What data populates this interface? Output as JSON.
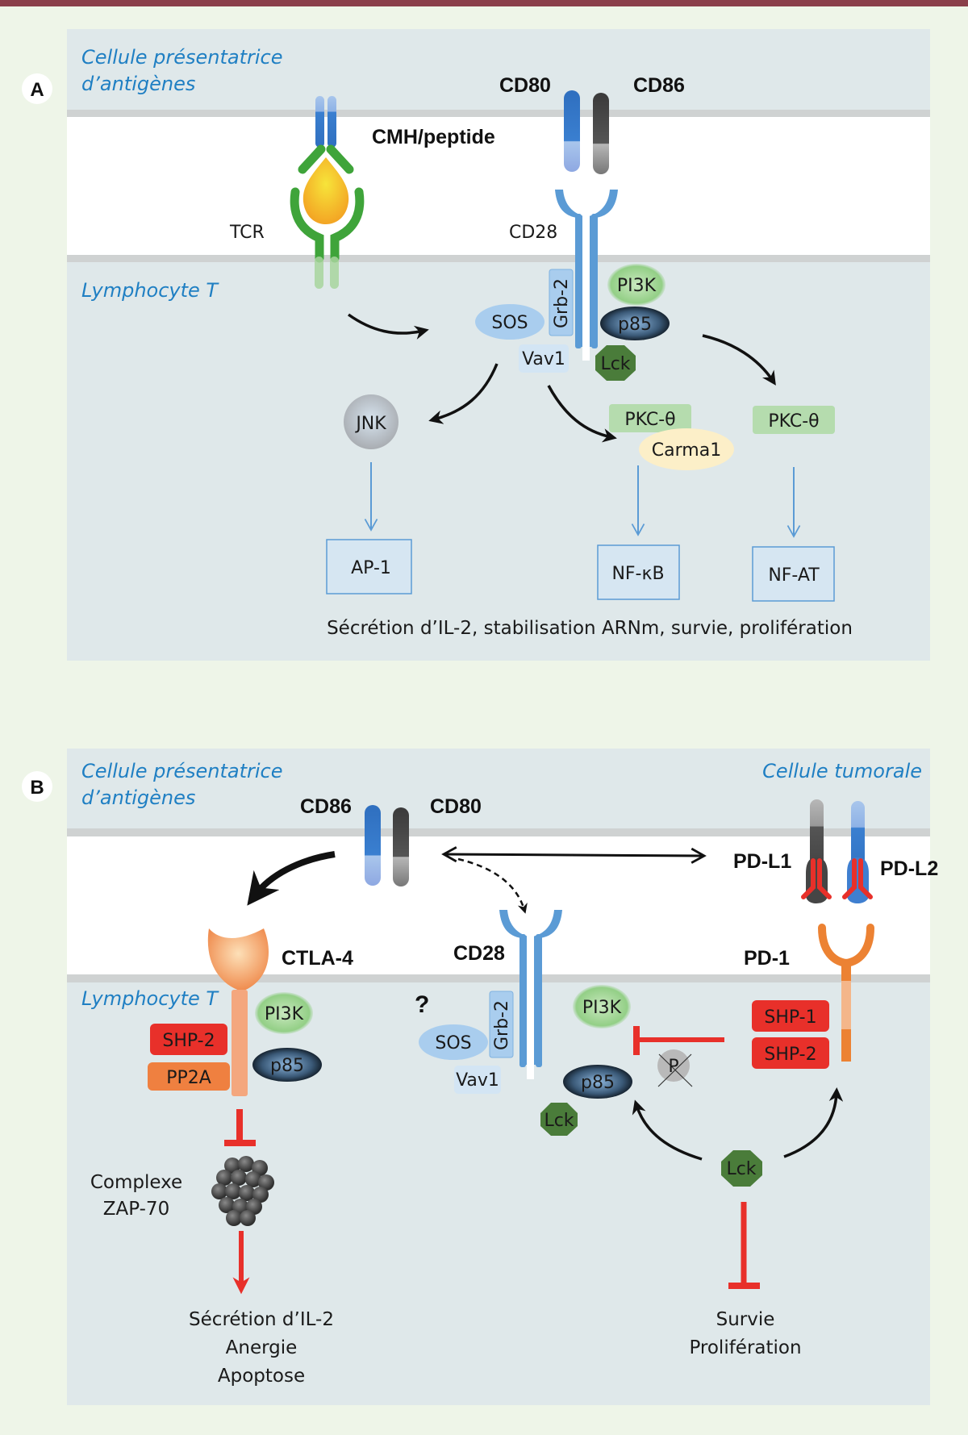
{
  "colors": {
    "header_bar": "#8a3f4a",
    "page_bg": "#eef5e8",
    "panel_bg": "#dfe8ea",
    "membrane": "#cfd2d2",
    "cell_label": "#1f7fc3",
    "inhibition_red": "#e8302a",
    "cd28_blue": "#5b9bd5",
    "lck_green": "#4a7c3a",
    "pkc_green": "#b5dcae",
    "shp_red": "#e8302a",
    "pp2a_orange": "#ef8040",
    "ctla4_orange": "#f4a77e",
    "pd1_orange": "#ec8233",
    "tf_box": "#d6e6f2"
  },
  "panel_a": {
    "badge": "A",
    "apc_label_line1": "Cellule présentatrice",
    "apc_label_line2": "d’antigènes",
    "t_cell_label": "Lymphocyte T",
    "receptors": {
      "cmh": "CMH/peptide",
      "tcr": "TCR",
      "cd80": "CD80",
      "cd86": "CD86",
      "cd28": "CD28"
    },
    "molecules": {
      "grb2": "Grb-2",
      "sos": "SOS",
      "vav1": "Vav1",
      "pi3k": "PI3K",
      "p85": "p85",
      "lck": "Lck",
      "jnk": "JNK",
      "pkc_left": "PKC-θ",
      "carma1": "Carma1",
      "pkc_right": "PKC-θ"
    },
    "transcription_factors": [
      "AP-1",
      "NF-κB",
      "NF-AT"
    ],
    "outcome": "Sécrétion d’IL-2, stabilisation ARNm, survie, prolifération"
  },
  "panel_b": {
    "badge": "B",
    "apc_label_line1": "Cellule présentatrice",
    "apc_label_line2": "d’antigènes",
    "tumor_label": "Cellule tumorale",
    "t_cell_label": "Lymphocyte T",
    "receptors": {
      "cd86": "CD86",
      "cd80": "CD80",
      "ctla4": "CTLA-4",
      "cd28": "CD28",
      "pdl1": "PD-L1",
      "pdl2": "PD-L2",
      "pd1": "PD-1"
    },
    "unknown_mark": "?",
    "molecules": {
      "ctla4_pi3k": "PI3K",
      "ctla4_p85": "p85",
      "ctla4_shp2": "SHP-2",
      "ctla4_pp2a": "PP2A",
      "zap70_line1": "Complexe",
      "zap70_line2": "ZAP-70",
      "cd28_sos": "SOS",
      "cd28_grb2": "Grb-2",
      "cd28_vav1": "Vav1",
      "pd_pi3k": "PI3K",
      "pd_p85": "p85",
      "pd_lck_bound": "Lck",
      "phospho": "P",
      "shp1": "SHP-1",
      "shp2": "SHP-2",
      "lck_free": "Lck"
    },
    "outcome_left": [
      "Sécrétion d’IL-2",
      "Anergie",
      "Apoptose"
    ],
    "outcome_right": [
      "Survie",
      "Prolifération"
    ]
  }
}
